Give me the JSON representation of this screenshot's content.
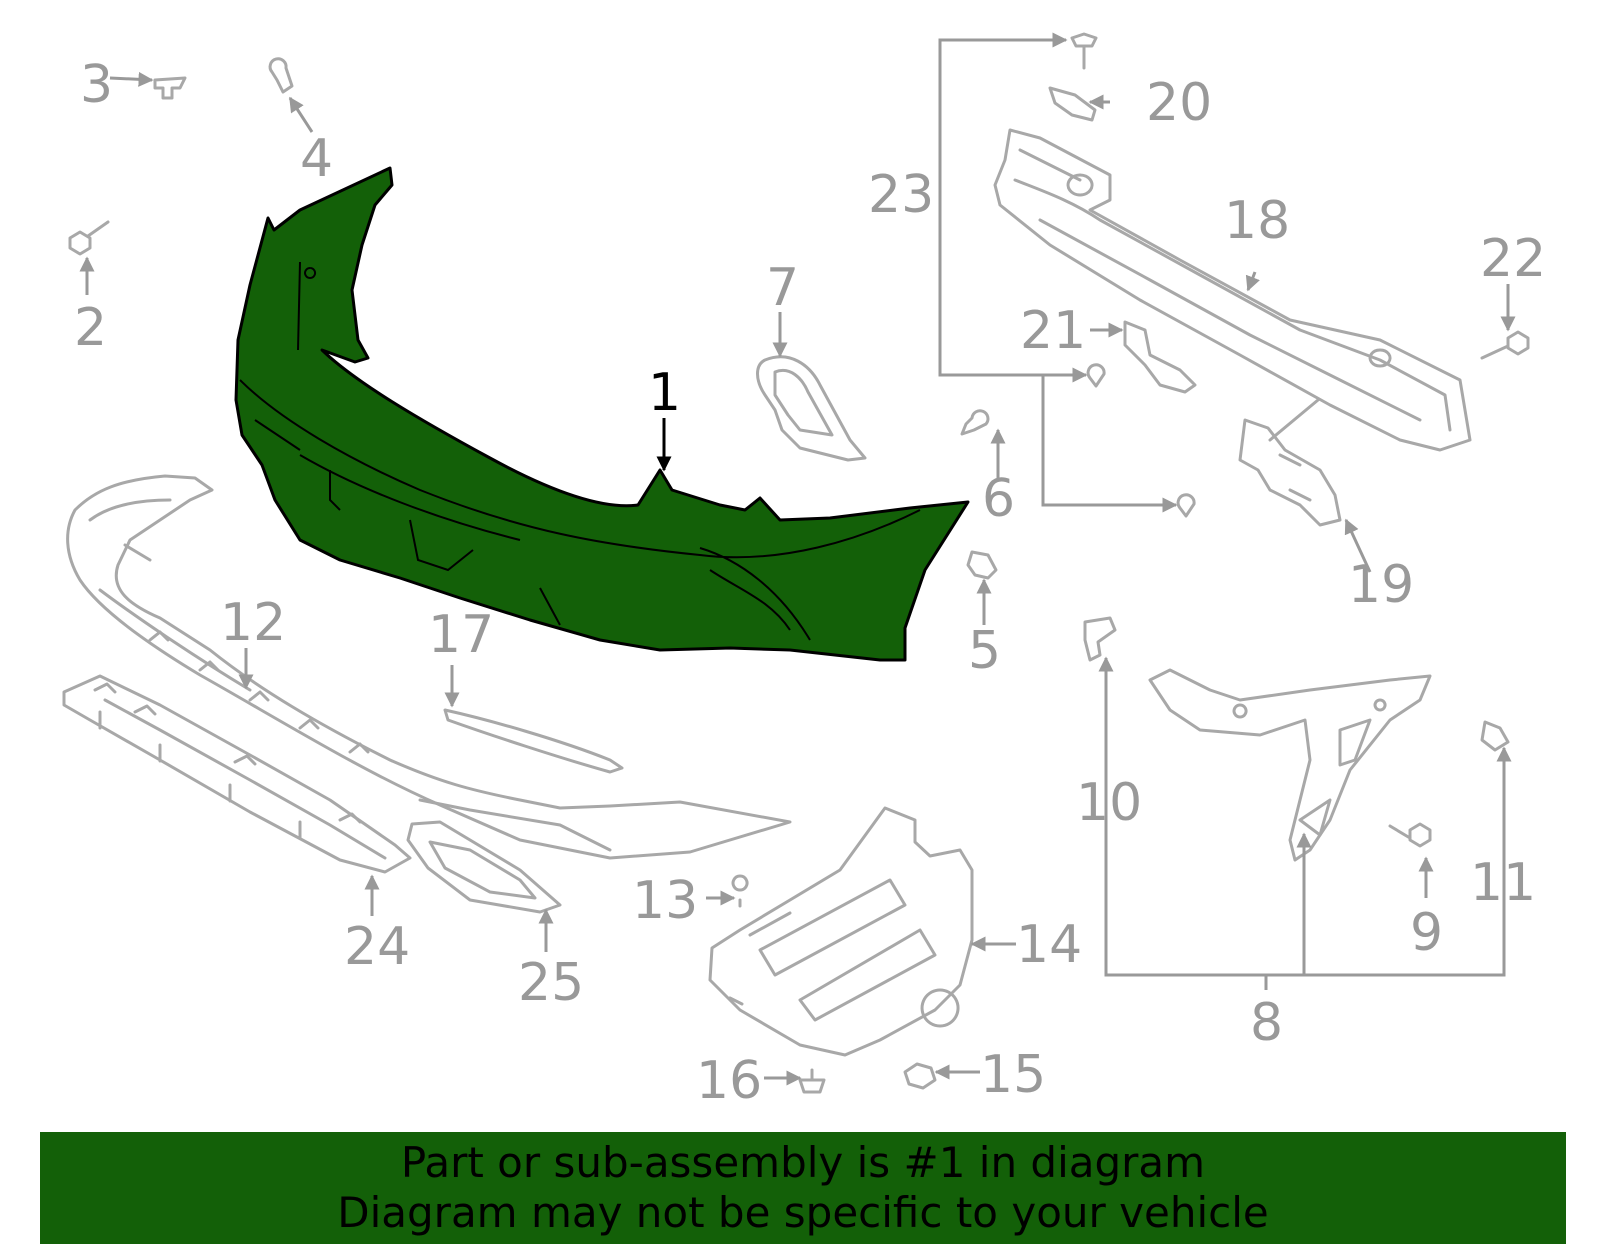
{
  "highlight_color": "#136008",
  "callouts": {
    "c1": "1",
    "c2": "2",
    "c3": "3",
    "c4": "4",
    "c5": "5",
    "c6": "6",
    "c7": "7",
    "c8": "8",
    "c9": "9",
    "c10": "10",
    "c11": "11",
    "c12": "12",
    "c13": "13",
    "c14": "14",
    "c15": "15",
    "c16": "16",
    "c17": "17",
    "c18": "18",
    "c19": "19",
    "c20": "20",
    "c21": "21",
    "c22": "22",
    "c23": "23",
    "c24": "24",
    "c25": "25"
  },
  "banner": {
    "line1": "Part or sub-assembly is #1 in diagram",
    "line2": "Diagram may not be specific to your vehicle"
  }
}
